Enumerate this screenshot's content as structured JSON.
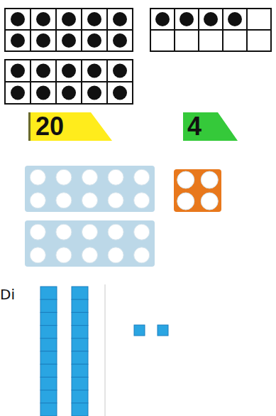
{
  "diagram": {
    "nodes": [
      {
        "text": [
          "20"
        ]
      },
      {
        "text": [
          "4"
        ]
      }
    ],
    "labels": [
      "Di"
    ]
  }
}
